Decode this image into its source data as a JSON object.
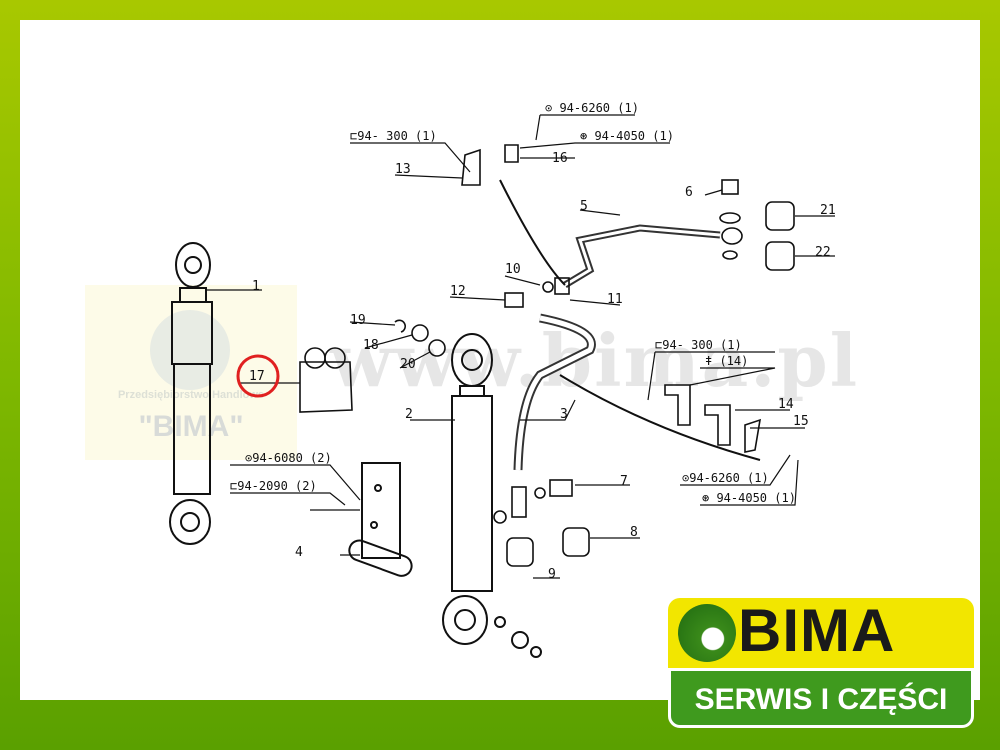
{
  "watermark": {
    "company_line": "Przedsiębiorstwo Handlowe",
    "company_name": "\"BIMA\"",
    "url": "www.bima.pl"
  },
  "logo": {
    "name": "BIMA",
    "tagline": "SERWIS I CZĘŚCI"
  },
  "accent": {
    "highlight_circle": "#e02020",
    "brand_yellow": "#f2e600",
    "brand_green": "#3f9a1e"
  },
  "parts": {
    "p1": "1",
    "p2": "2",
    "p3": "3",
    "p4": "4",
    "p5": "5",
    "p6": "6",
    "p7": "7",
    "p8": "8",
    "p9": "9",
    "p10": "10",
    "p11": "11",
    "p12": "12",
    "p13": "13",
    "p14": "14",
    "p15": "15",
    "p16": "16",
    "p17": "17",
    "p18": "18",
    "p19": "19",
    "p20": "20",
    "p21": "21",
    "p22": "22"
  },
  "refs": {
    "r13": "⊏94- 300 (1)",
    "r16a": "⊙ 94-6260 (1)",
    "r16b": "⊛ 94-4050 (1)",
    "r4a": "⊙94-6080 (2)",
    "r4b": "⊏94-2090 (2)",
    "r14a": "⊏94- 300 (1)",
    "r14b": "ǂ (14)",
    "r15a": "⊙94-6260 (1)",
    "r15b": "⊛ 94-4050 (1)"
  }
}
